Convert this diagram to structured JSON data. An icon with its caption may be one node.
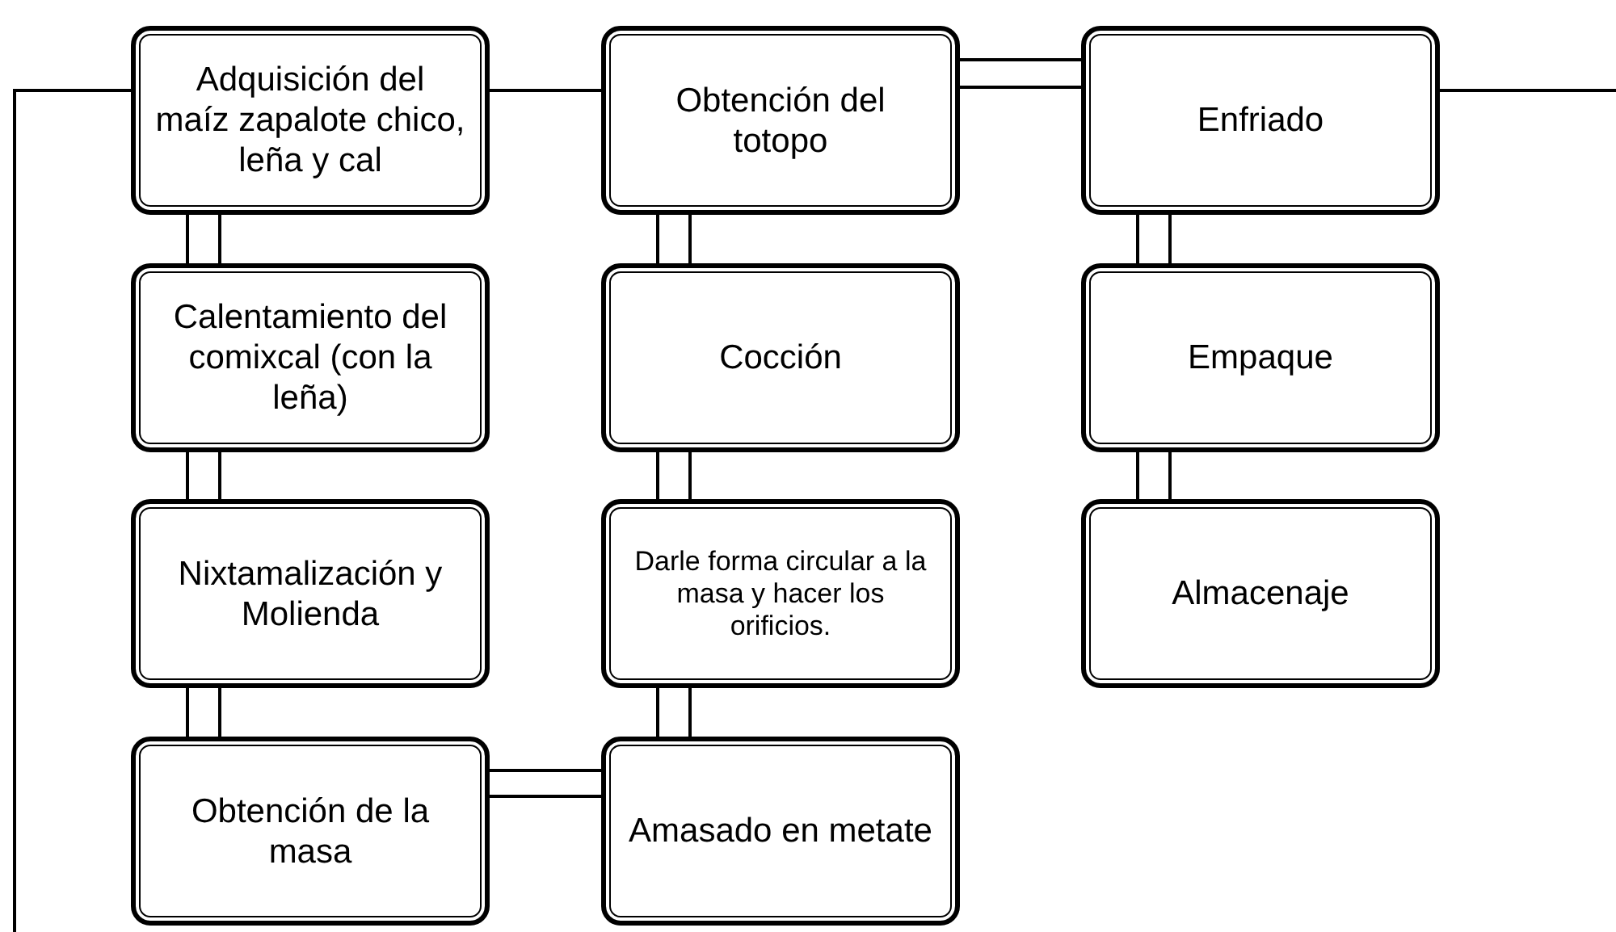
{
  "diagram": {
    "nodes": [
      {
        "text": [
          "Adquisición del maíz zapalote chico, leña y cal"
        ]
      },
      {
        "text": [
          "Calentamiento del comixcal (con la leña)"
        ]
      },
      {
        "text": [
          "Nixtamalización y Molienda"
        ]
      },
      {
        "text": [
          "Obtención de la masa"
        ]
      },
      {
        "text": [
          "Amasado en metate"
        ]
      },
      {
        "text": [
          "Darle forma circular a la masa y hacer los orificios."
        ]
      },
      {
        "text": [
          "Cocción"
        ]
      },
      {
        "text": [
          "Obtención del totopo"
        ]
      },
      {
        "text": [
          "Enfriado"
        ]
      },
      {
        "text": [
          "Empaque"
        ]
      },
      {
        "text": [
          "Almacenaje"
        ]
      }
    ],
    "edges": [
      {
        "from": 0,
        "to": 1,
        "arrow": "none"
      },
      {
        "from": 1,
        "to": 2,
        "arrow": "none"
      },
      {
        "from": 2,
        "to": 3,
        "arrow": "none"
      },
      {
        "from": 3,
        "to": 4,
        "arrow": "none"
      },
      {
        "from": 4,
        "to": 5,
        "arrow": "none"
      },
      {
        "from": 5,
        "to": 6,
        "arrow": "none"
      },
      {
        "from": 6,
        "to": 7,
        "arrow": "none"
      },
      {
        "from": 7,
        "to": 8,
        "arrow": "none"
      },
      {
        "from": 8,
        "to": 9,
        "arrow": "none"
      },
      {
        "from": 9,
        "to": 10,
        "arrow": "none"
      },
      {
        "from": 0,
        "to": 7,
        "arrow": "none"
      },
      {
        "from": null,
        "to": 0,
        "arrow": "none"
      },
      {
        "from": 8,
        "to": null,
        "arrow": "none"
      }
    ]
  }
}
